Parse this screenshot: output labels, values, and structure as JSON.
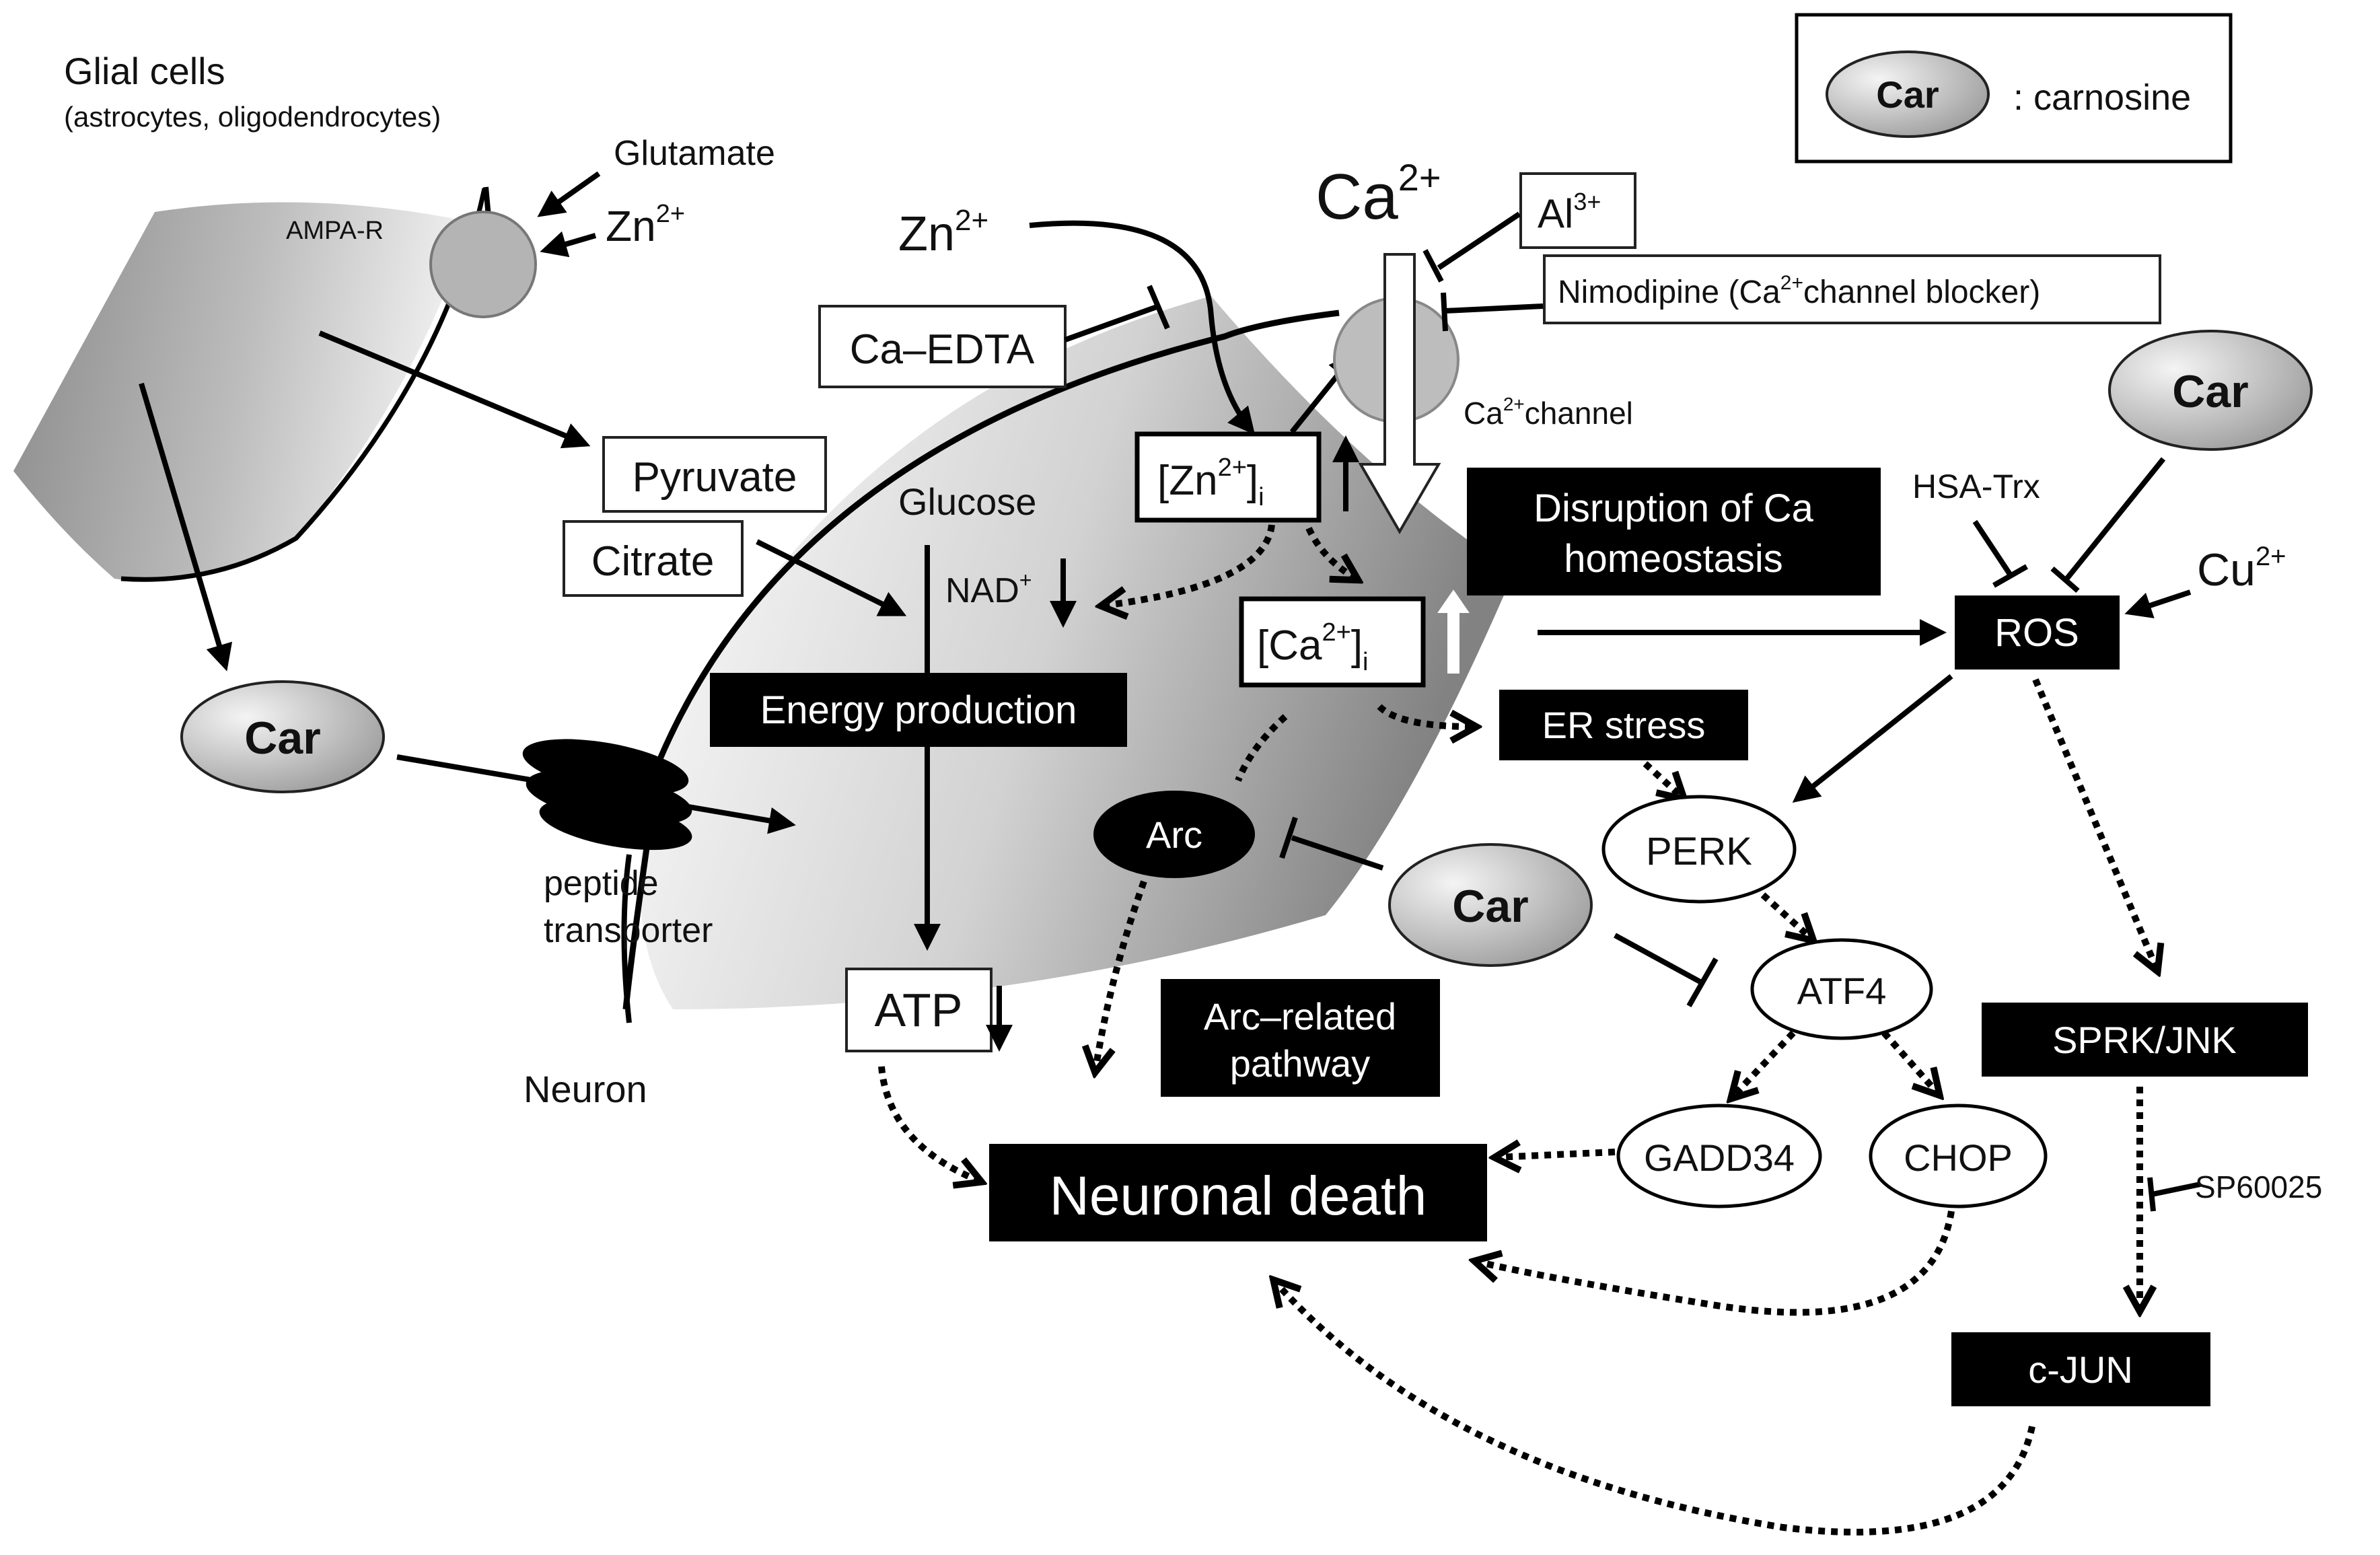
{
  "legend": {
    "symbol": "Car",
    "text": ": carnosine"
  },
  "glia": {
    "title": "Glial cells",
    "subtitle": "(astrocytes, oligodendrocytes)",
    "glutamate": "Glutamate",
    "zn": "Zn",
    "zn_sup": "2+",
    "ampa": "AMPA-R"
  },
  "car": "Car",
  "peptide": {
    "line1": "peptide",
    "line2": "transporter"
  },
  "neuron_label": "Neuron",
  "zn_ext": {
    "base": "Zn",
    "sup": "2+"
  },
  "ca_edta": "Ca–EDTA",
  "pyruvate": "Pyruvate",
  "citrate": "Citrate",
  "glucose": "Glucose",
  "nad": {
    "base": "NAD",
    "sup": "+"
  },
  "energy": "Energy production",
  "atp": "ATP",
  "zn_int": {
    "open": "[Zn",
    "sup": "2+",
    "close": "]",
    "sub": "i"
  },
  "ca_int": {
    "open": "[Ca",
    "sup": "2+",
    "close": "]",
    "sub": "i"
  },
  "ca_ext": {
    "base": "Ca",
    "sup": "2+"
  },
  "al": {
    "base": "Al",
    "sup": "3+"
  },
  "nimodipine": {
    "pre": "Nimodipine (Ca",
    "sup": "2+",
    "post": "channel blocker)"
  },
  "ca_channel": {
    "pre": "Ca",
    "sup": "2+",
    "post": "channel"
  },
  "disruption": {
    "line1": "Disruption of Ca",
    "line2": "homeostasis"
  },
  "hsa_trx": "HSA-Trx",
  "cu": {
    "base": "Cu",
    "sup": "2+"
  },
  "ros": "ROS",
  "er_stress": "ER stress",
  "arc": "Arc",
  "arc_pathway": {
    "line1": "Arc–related",
    "line2": "pathway"
  },
  "perk": "PERK",
  "atf4": "ATF4",
  "gadd34": "GADD34",
  "chop": "CHOP",
  "neuronal_death": "Neuronal death",
  "sprk_jnk": "SPRK/JNK",
  "sp600": "SP60025",
  "cjun": "c-JUN"
}
